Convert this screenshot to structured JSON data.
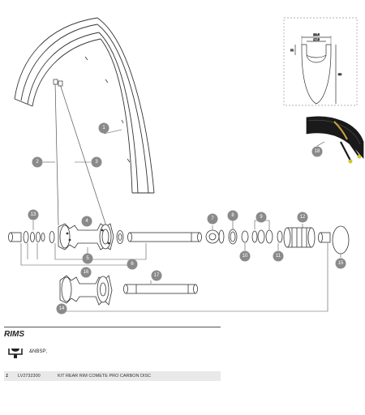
{
  "callouts": [
    {
      "id": "c1",
      "label": "1"
    },
    {
      "id": "c2",
      "label": "2"
    },
    {
      "id": "c3",
      "label": "3"
    },
    {
      "id": "c4",
      "label": "4"
    },
    {
      "id": "c5",
      "label": "5"
    },
    {
      "id": "c6",
      "label": "6"
    },
    {
      "id": "c7",
      "label": "7"
    },
    {
      "id": "c8",
      "label": "8"
    },
    {
      "id": "c9",
      "label": "9"
    },
    {
      "id": "c10",
      "label": "10"
    },
    {
      "id": "c11",
      "label": "11"
    },
    {
      "id": "c12",
      "label": "12"
    },
    {
      "id": "c13",
      "label": "13"
    },
    {
      "id": "c14",
      "label": "14"
    },
    {
      "id": "c15",
      "label": "15"
    },
    {
      "id": "c16",
      "label": "16"
    },
    {
      "id": "c17",
      "label": "17"
    },
    {
      "id": "c18",
      "label": "18"
    }
  ],
  "profile": {
    "width_top": "23.5",
    "width_inner": "17.5",
    "height_small": "11",
    "height_total": "60"
  },
  "section": {
    "title": "RIMS",
    "icon_label": "&NBSP;"
  },
  "parts": [
    {
      "num": "1",
      "ref": "LV2732300",
      "desc": "KIT REAR RIM COMETE PRO CARBON DISC"
    }
  ],
  "colors": {
    "callout": "#8a8a8a",
    "line": "#333333",
    "row_bg": "#e9e9e9"
  }
}
